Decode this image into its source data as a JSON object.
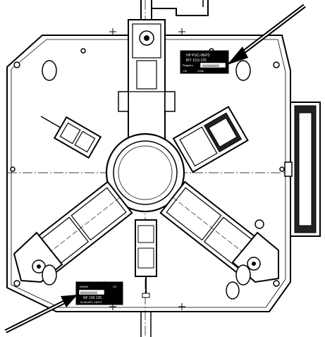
{
  "plate_top": {
    "line1": "HP PUC-HEP2",
    "line2": "BIT 10,5-125",
    "serial_label": "Registro",
    "serial_box": "00000000",
    "mark_ce": "CE",
    "code": "2166"
  },
  "plate_bottom": {
    "brand": "ANIRA",
    "serial_box": "N0000000",
    "mark_ce": "CE",
    "line1": "NF 100 125",
    "line2": "W ADAPC-HEP2"
  },
  "colors": {
    "line": "#000000",
    "fill": "#ffffff",
    "plate": "#000000"
  }
}
